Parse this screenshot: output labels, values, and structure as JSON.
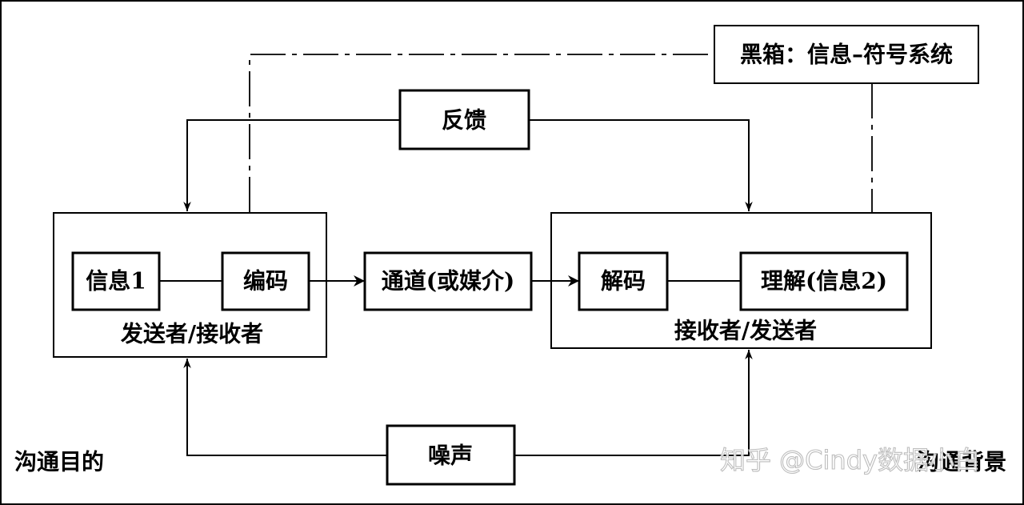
{
  "boxes": {
    "black_box": "黑箱：信息–符号系统",
    "feedback": "反馈",
    "info1": "信息1",
    "encode": "编码",
    "channel": "通道(或媒介)",
    "decode": "解码",
    "understand": "理解(信息2)",
    "noise": "噪声"
  },
  "groups": {
    "sender": "发送者/接收者",
    "receiver": "接收者/发送者"
  },
  "corners": {
    "purpose": "沟通目的",
    "background": "沟通背景"
  },
  "watermark": "知乎 @Cindy数据小白"
}
